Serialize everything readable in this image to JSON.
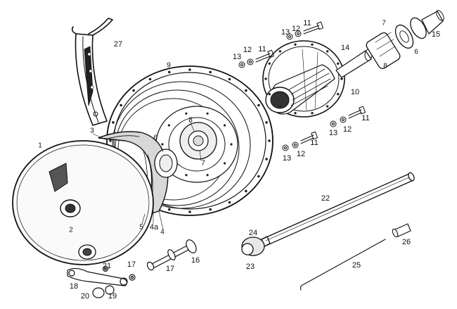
{
  "diagram": {
    "callouts": [
      {
        "id": "c1",
        "text": "1"
      },
      {
        "id": "c2",
        "text": "2"
      },
      {
        "id": "c3",
        "text": "3"
      },
      {
        "id": "c4",
        "text": "4"
      },
      {
        "id": "c4a",
        "text": "4a"
      },
      {
        "id": "c5",
        "text": "5"
      },
      {
        "id": "c6a",
        "text": "6"
      },
      {
        "id": "c6b",
        "text": "6"
      },
      {
        "id": "c7a",
        "text": "7"
      },
      {
        "id": "c7b",
        "text": "7"
      },
      {
        "id": "c8a",
        "text": "8"
      },
      {
        "id": "c8b",
        "text": "8"
      },
      {
        "id": "c9",
        "text": "9"
      },
      {
        "id": "c10",
        "text": "10"
      },
      {
        "id": "c11a",
        "text": "11"
      },
      {
        "id": "c11b",
        "text": "11"
      },
      {
        "id": "c11c",
        "text": "11"
      },
      {
        "id": "c11d",
        "text": "11"
      },
      {
        "id": "c12a",
        "text": "12"
      },
      {
        "id": "c12b",
        "text": "12"
      },
      {
        "id": "c12c",
        "text": "12"
      },
      {
        "id": "c12d",
        "text": "12"
      },
      {
        "id": "c13a",
        "text": "13"
      },
      {
        "id": "c13b",
        "text": "13"
      },
      {
        "id": "c13c",
        "text": "13"
      },
      {
        "id": "c13d",
        "text": "13"
      },
      {
        "id": "c14",
        "text": "14"
      },
      {
        "id": "c15",
        "text": "15"
      },
      {
        "id": "c16",
        "text": "16"
      },
      {
        "id": "c17a",
        "text": "17"
      },
      {
        "id": "c17b",
        "text": "17"
      },
      {
        "id": "c18",
        "text": "18"
      },
      {
        "id": "c19",
        "text": "19"
      },
      {
        "id": "c20",
        "text": "20"
      },
      {
        "id": "c21",
        "text": "21"
      },
      {
        "id": "c22",
        "text": "22"
      },
      {
        "id": "c23",
        "text": "23"
      },
      {
        "id": "c24",
        "text": "24"
      },
      {
        "id": "c25",
        "text": "25"
      },
      {
        "id": "c26",
        "text": "26"
      },
      {
        "id": "c27",
        "text": "27"
      }
    ]
  }
}
